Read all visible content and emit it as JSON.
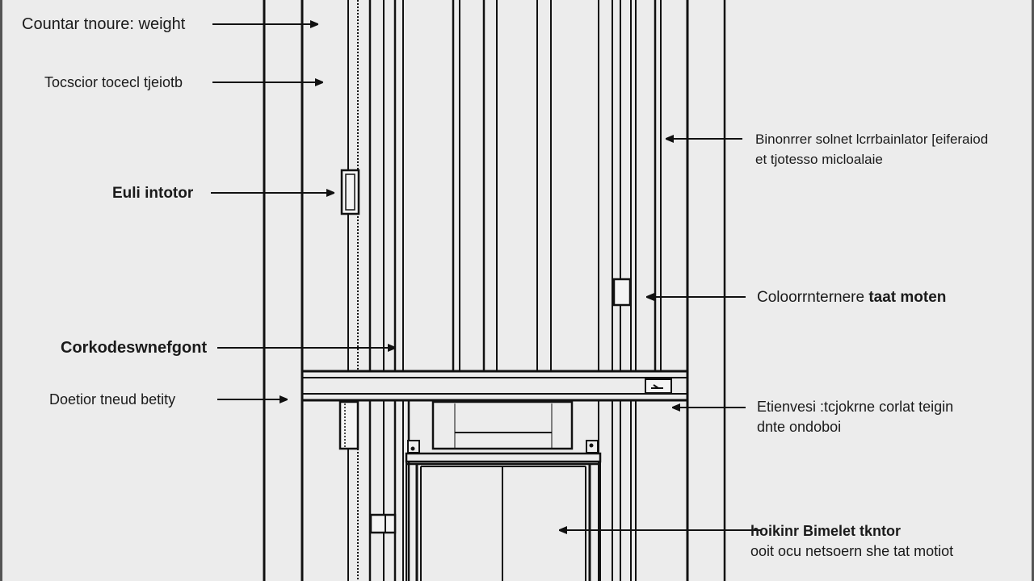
{
  "diagram": {
    "type": "elevator-shaft-schematic",
    "colors": {
      "background": "#ececec",
      "line": "#111111",
      "frame": "#555555"
    },
    "left_labels": [
      {
        "id": "counter-weight",
        "text": "Countar tnoure: weight",
        "bold": false
      },
      {
        "id": "tensor-weight",
        "text": "Tocscior tocecl tjeiotb",
        "bold": false
      },
      {
        "id": "euli-intotor",
        "text": "Euli intotor",
        "bold": true
      },
      {
        "id": "counterweight",
        "text": "Corkodeswnefgont",
        "bold": true
      },
      {
        "id": "door-tread",
        "text": "Doetior tneud betity",
        "bold": false
      }
    ],
    "right_labels": [
      {
        "id": "motor-sensor",
        "line1": "Binonrrer solnet lcrrbainlator [eiferaiod",
        "line2": "et tjotesso micloalaie"
      },
      {
        "id": "counter-motor",
        "text_plain": "Coloorrnternere ",
        "text_bold": "taat moten"
      },
      {
        "id": "extension-counterweight",
        "line1": "Etienvesi :tcjokrne corlat teigin",
        "line2": "dnte ondoboi"
      },
      {
        "id": "hoist-cable",
        "line1_bold": "hoikinr Bimelet tkntor",
        "line2": "ooit ocu netsoern she tat motiot"
      }
    ]
  }
}
